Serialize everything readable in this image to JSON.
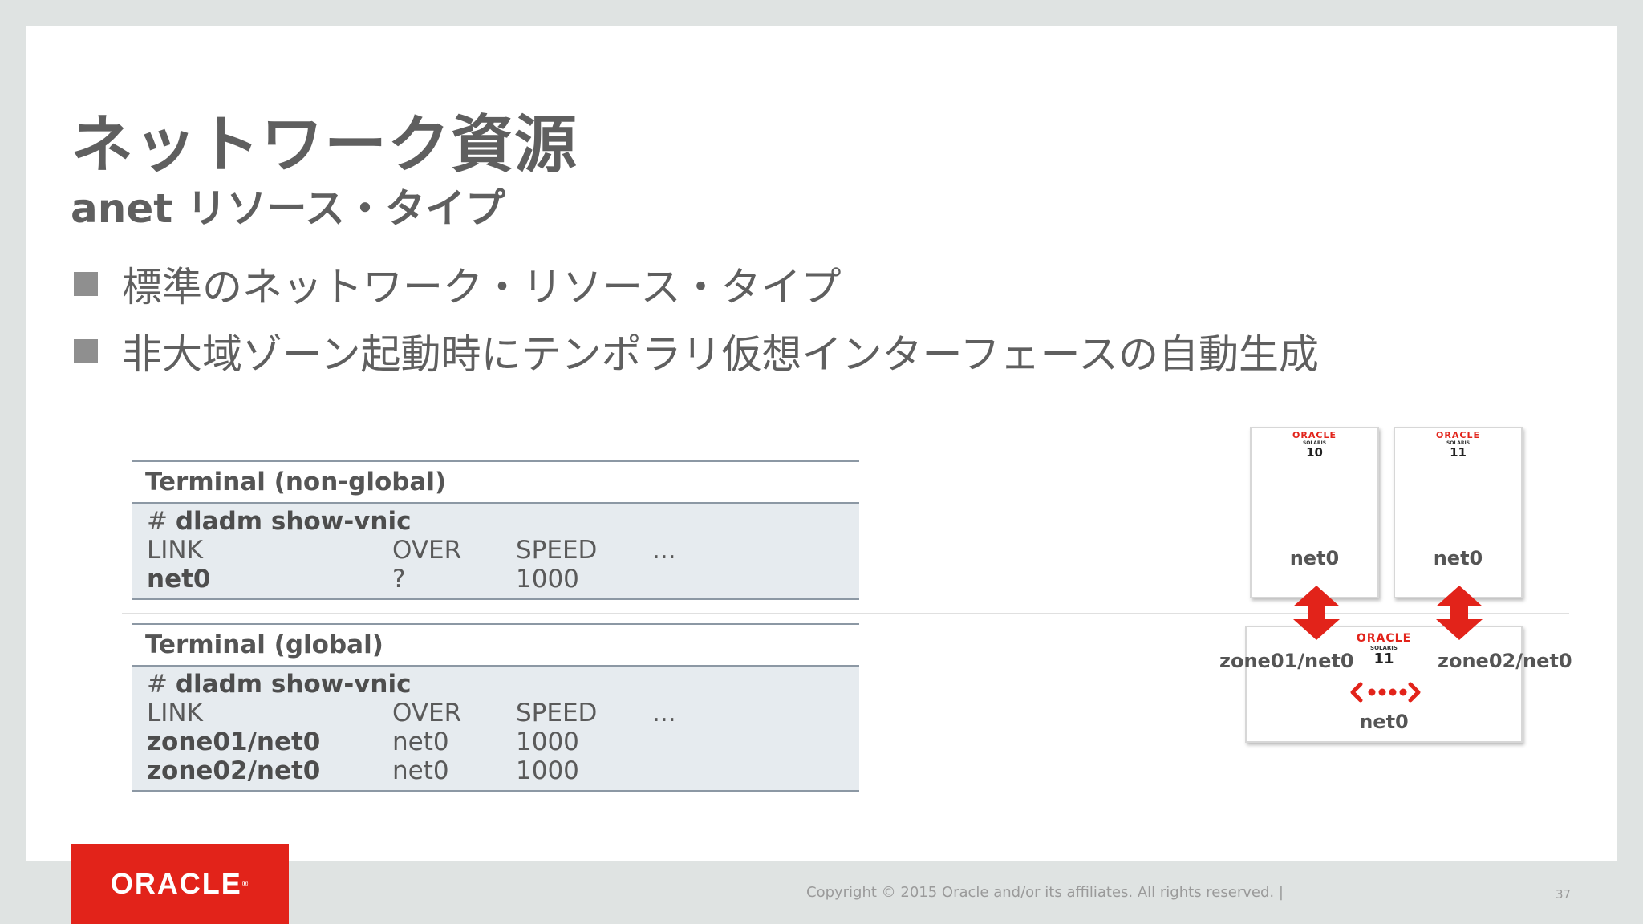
{
  "slide": {
    "title": "ネットワーク資源",
    "subtitle": "anet リソース・タイプ",
    "bullets": [
      "標準のネットワーク・リソース・タイプ",
      "非大域ゾーン起動時にテンポラリ仮想インターフェースの自動生成"
    ]
  },
  "terminal_nonglobal": {
    "header": "Terminal (non-global)",
    "prompt": "#",
    "command": "dladm show-vnic",
    "columns": [
      "LINK",
      "OVER",
      "SPEED",
      "..."
    ],
    "rows": [
      {
        "link": "net0",
        "over": "?",
        "speed": "1000"
      }
    ]
  },
  "terminal_global": {
    "header": "Terminal (global)",
    "prompt": "#",
    "command": "dladm show-vnic",
    "columns": [
      "LINK",
      "OVER",
      "SPEED",
      "..."
    ],
    "rows": [
      {
        "link": "zone01/net0",
        "over": "net0",
        "speed": "1000"
      },
      {
        "link": "zone02/net0",
        "over": "net0",
        "speed": "1000"
      }
    ]
  },
  "diagram": {
    "zone1": {
      "brand": "ORACLE",
      "product": "SOLARIS",
      "version": "10",
      "nic": "net0"
    },
    "zone2": {
      "brand": "ORACLE",
      "product": "SOLARIS",
      "version": "11",
      "nic": "net0"
    },
    "global": {
      "brand": "ORACLE",
      "product": "SOLARIS",
      "version": "11",
      "nic": "net0"
    },
    "vnic_left": "zone01/net0",
    "vnic_right": "zone02/net0",
    "arrow_color": "#e2231a"
  },
  "footer": {
    "logo_text": "ORACLE",
    "copyright": "Copyright © 2015 Oracle and/or its affiliates. All rights reserved.  |",
    "page_number": "37"
  },
  "colors": {
    "brand_red": "#e2231a",
    "title_gray": "#5f5f5f",
    "terminal_bg": "#e6ebef"
  }
}
